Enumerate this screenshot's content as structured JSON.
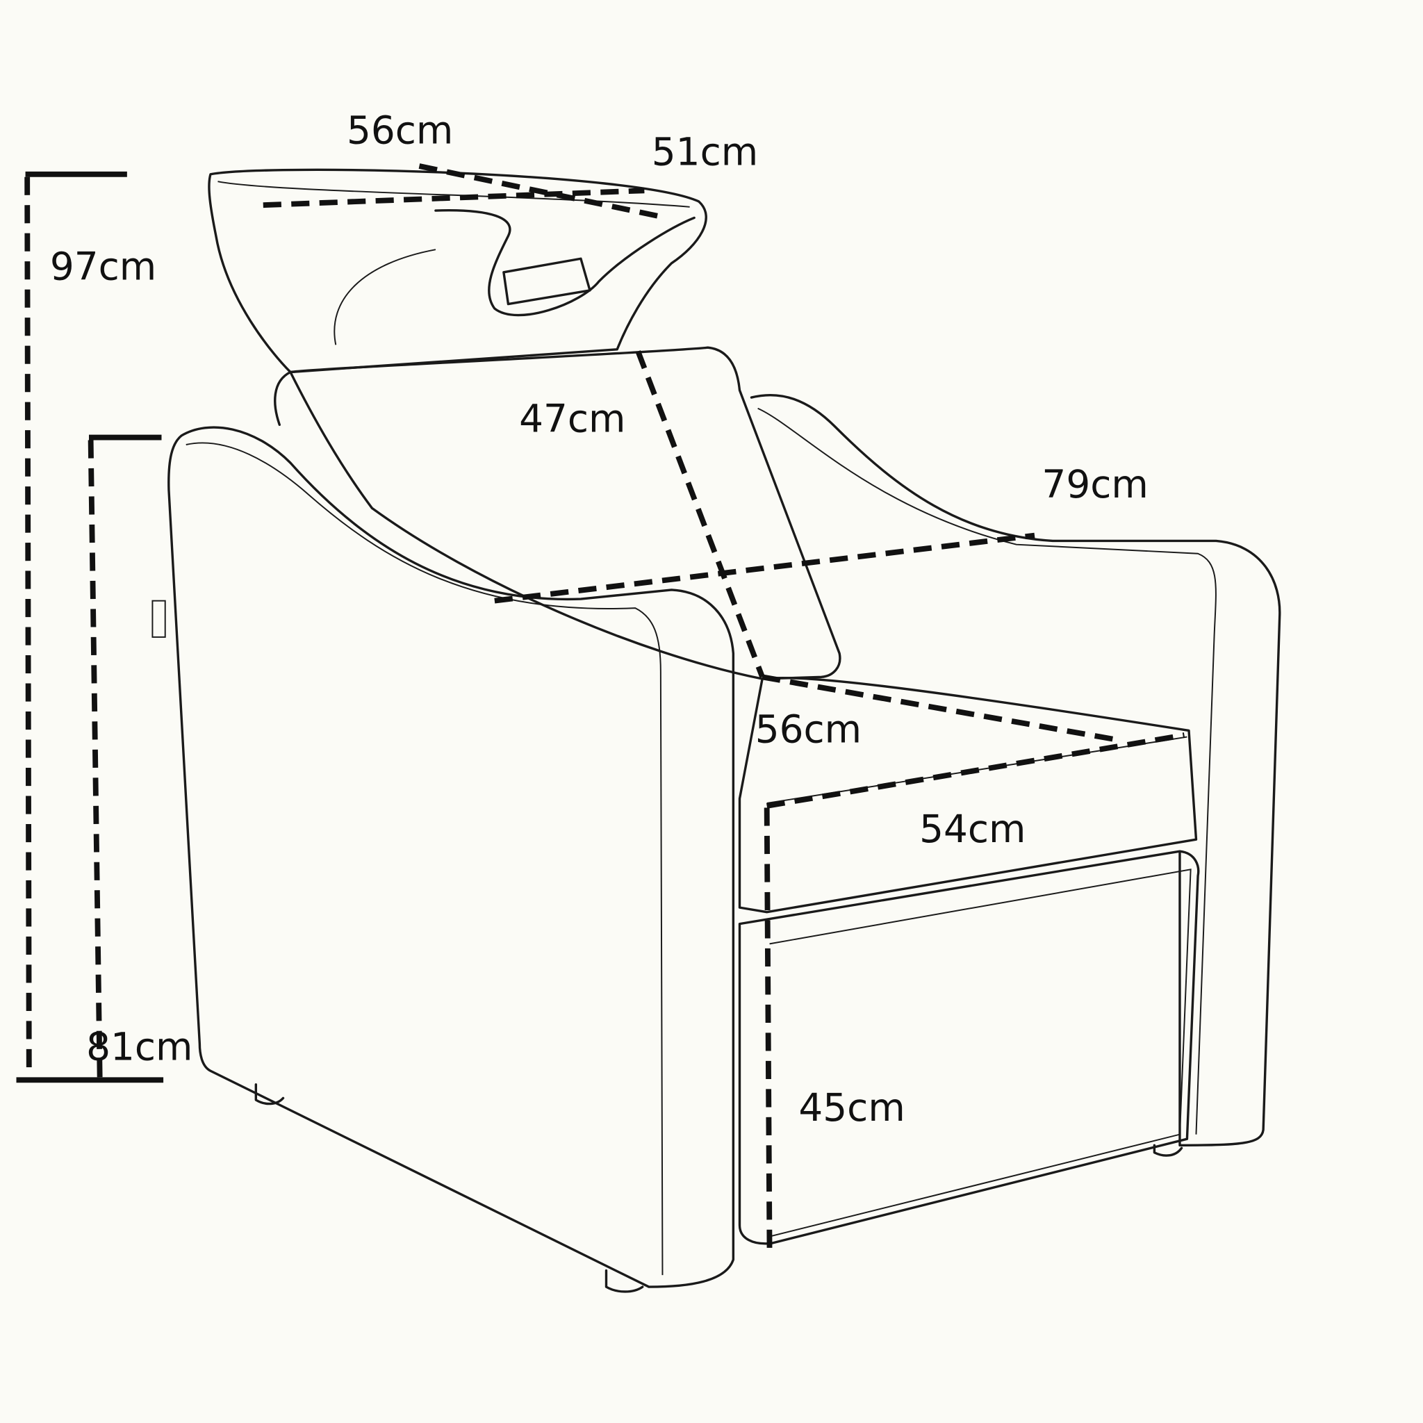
{
  "title": "Shampoo chair dimensions",
  "dimensions": {
    "basin_width": "56cm",
    "basin_depth": "51cm",
    "total_height": "97cm",
    "backrest_height": "47cm",
    "overall_depth": "79cm",
    "seat_depth": "56cm",
    "seat_width": "54cm",
    "armrest_height": "81cm",
    "seat_height": "45cm"
  }
}
